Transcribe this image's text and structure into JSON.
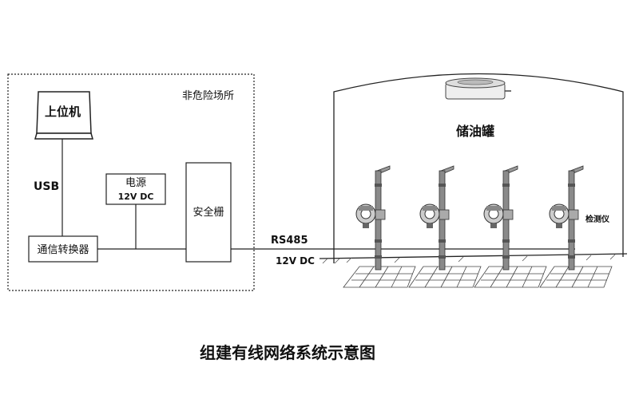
{
  "zones": {
    "safe_zone_label": "非危险场所"
  },
  "devices": {
    "host_pc": "上位机",
    "usb_label": "USB",
    "power_title": "电源",
    "power_spec": "12V DC",
    "converter": "通信转换器",
    "barrier": "安全栅"
  },
  "link": {
    "protocol": "RS485",
    "power": "12V  DC"
  },
  "tank": {
    "label": "储油罐",
    "detector_label": "检测仪"
  },
  "caption": "组建有线网络系统示意图"
}
